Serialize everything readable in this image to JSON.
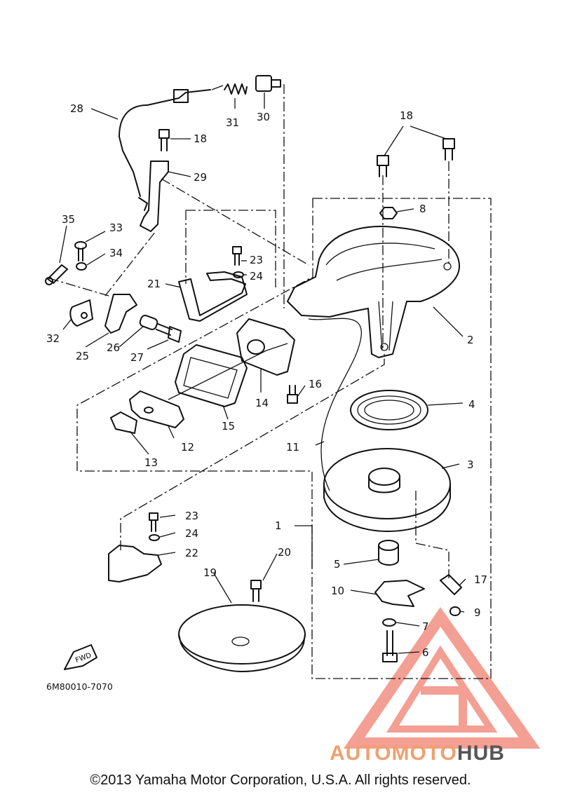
{
  "diagram": {
    "callouts": [
      {
        "id": "c1",
        "text": "1"
      },
      {
        "id": "c2",
        "text": "2"
      },
      {
        "id": "c3",
        "text": "3"
      },
      {
        "id": "c4",
        "text": "4"
      },
      {
        "id": "c5",
        "text": "5"
      },
      {
        "id": "c6",
        "text": "6"
      },
      {
        "id": "c7",
        "text": "7"
      },
      {
        "id": "c8",
        "text": "8"
      },
      {
        "id": "c9",
        "text": "9"
      },
      {
        "id": "c10",
        "text": "10"
      },
      {
        "id": "c11",
        "text": "11"
      },
      {
        "id": "c12",
        "text": "12"
      },
      {
        "id": "c13",
        "text": "13"
      },
      {
        "id": "c14",
        "text": "14"
      },
      {
        "id": "c15",
        "text": "15"
      },
      {
        "id": "c16",
        "text": "16"
      },
      {
        "id": "c17",
        "text": "17"
      },
      {
        "id": "c18a",
        "text": "18"
      },
      {
        "id": "c18b",
        "text": "18"
      },
      {
        "id": "c19",
        "text": "19"
      },
      {
        "id": "c20",
        "text": "20"
      },
      {
        "id": "c21",
        "text": "21"
      },
      {
        "id": "c22",
        "text": "22"
      },
      {
        "id": "c23a",
        "text": "23"
      },
      {
        "id": "c23b",
        "text": "23"
      },
      {
        "id": "c24a",
        "text": "24"
      },
      {
        "id": "c24b",
        "text": "24"
      },
      {
        "id": "c25",
        "text": "25"
      },
      {
        "id": "c26",
        "text": "26"
      },
      {
        "id": "c27",
        "text": "27"
      },
      {
        "id": "c28",
        "text": "28"
      },
      {
        "id": "c29",
        "text": "29"
      },
      {
        "id": "c30",
        "text": "30"
      },
      {
        "id": "c31",
        "text": "31"
      },
      {
        "id": "c32",
        "text": "32"
      },
      {
        "id": "c33",
        "text": "33"
      },
      {
        "id": "c34",
        "text": "34"
      },
      {
        "id": "c35",
        "text": "35"
      }
    ],
    "fwd_label": "FWD",
    "diagram_code": "6M80010-7070"
  },
  "watermark": {
    "part1": "AUTOMOTO",
    "part2": "HUB",
    "color_primary": "#f08070",
    "color_secondary": "#555555"
  },
  "footer": {
    "copyright": "©2013 Yamaha Motor Corporation, U.S.A. All rights reserved."
  }
}
